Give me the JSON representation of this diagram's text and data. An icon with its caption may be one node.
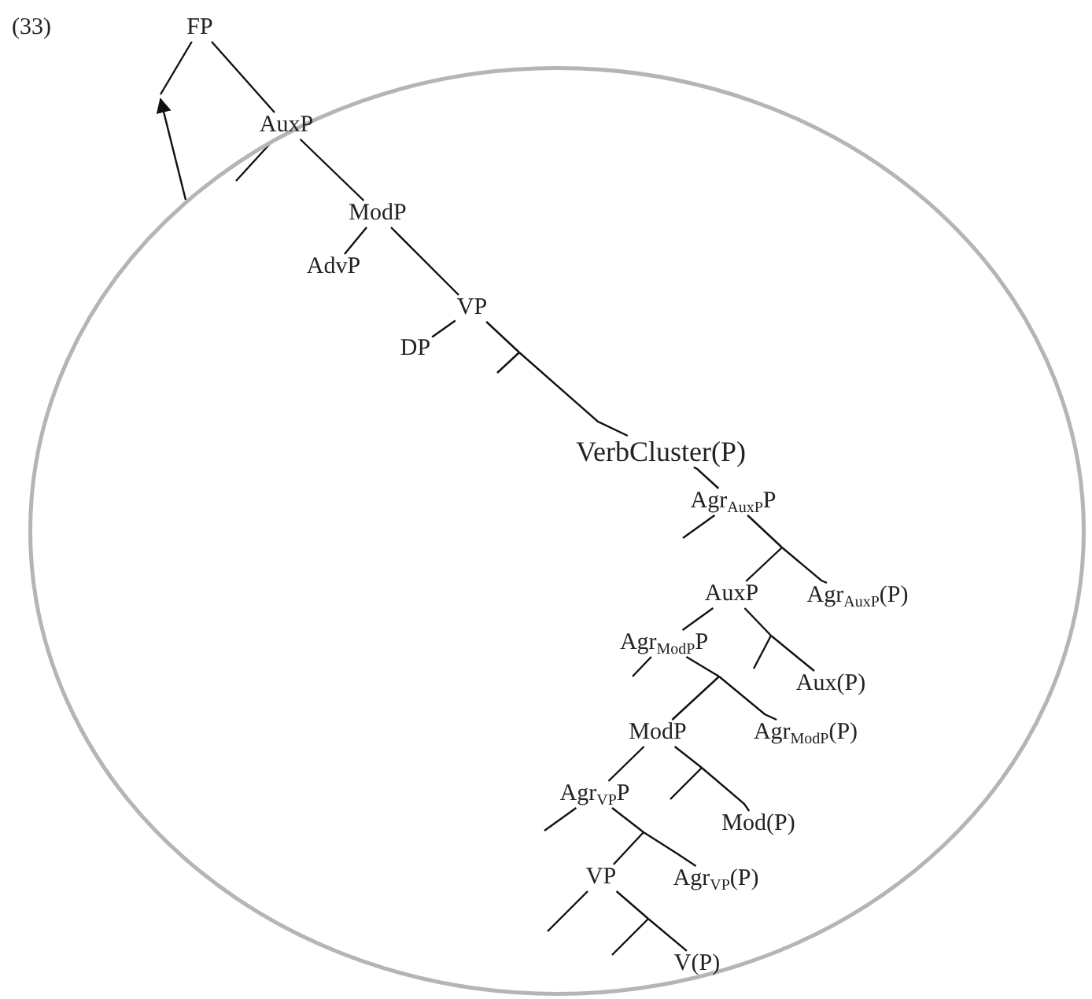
{
  "diagram": {
    "nodes": [
      {
        "text": [
          "FP"
        ]
      },
      {
        "text": [],
        "shape": "circle"
      },
      {
        "text": [
          "AuxP"
        ],
        "in": 1
      },
      {
        "text": [
          "ModP"
        ],
        "in": 1
      },
      {
        "text": [
          "AdvP"
        ],
        "in": 1
      },
      {
        "text": [
          "VP"
        ],
        "in": 1
      },
      {
        "text": [
          "DP"
        ],
        "in": 1
      },
      {
        "text": [
          "VerbCluster(P)"
        ],
        "in": 1
      },
      {
        "text": [
          "Agr$_{AuxP}$P"
        ],
        "in": 1
      },
      {
        "text": [
          "AuxP"
        ],
        "in": 1
      },
      {
        "text": [
          "Agr$_{AuxP}$(P)"
        ],
        "in": 1
      },
      {
        "text": [
          "Agr$_{ModP}$P"
        ],
        "in": 1
      },
      {
        "text": [
          "Aux(P)"
        ],
        "in": 1
      },
      {
        "text": [
          "ModP"
        ],
        "in": 1
      },
      {
        "text": [
          "Agr$_{ModP}$(P)"
        ],
        "in": 1
      },
      {
        "text": [
          "Agr$_{VP}$P"
        ],
        "in": 1
      },
      {
        "text": [
          "Mod(P)"
        ],
        "in": 1
      },
      {
        "text": [
          "VP"
        ],
        "in": 1
      },
      {
        "text": [
          "Agr$_{VP}$(P)"
        ],
        "in": 1
      },
      {
        "text": [
          "V(P)"
        ],
        "in": 1
      }
    ],
    "edges": [
      {
        "from": 0,
        "to": null,
        "arrow": "none"
      },
      {
        "from": 1,
        "to": null,
        "arrow": "to"
      },
      {
        "from": 0,
        "to": 2,
        "arrow": "none"
      },
      {
        "from": 2,
        "to": null,
        "arrow": "none"
      },
      {
        "from": 2,
        "to": 3,
        "arrow": "none"
      },
      {
        "from": 3,
        "to": 4,
        "arrow": "none"
      },
      {
        "from": 3,
        "to": 5,
        "arrow": "none"
      },
      {
        "from": 5,
        "to": 6,
        "arrow": "none"
      },
      {
        "from": 5,
        "to": null,
        "arrow": "none"
      },
      {
        "from": 5,
        "to": 7,
        "arrow": "none"
      },
      {
        "from": 7,
        "to": 8,
        "arrow": "none"
      },
      {
        "from": 8,
        "to": null,
        "arrow": "none"
      },
      {
        "from": 8,
        "to": 9,
        "arrow": "none"
      },
      {
        "from": 8,
        "to": 10,
        "arrow": "none"
      },
      {
        "from": 9,
        "to": 11,
        "arrow": "none"
      },
      {
        "from": 9,
        "to": null,
        "arrow": "none"
      },
      {
        "from": 9,
        "to": 12,
        "arrow": "none"
      },
      {
        "from": 11,
        "to": null,
        "arrow": "none"
      },
      {
        "from": 11,
        "to": 13,
        "arrow": "none"
      },
      {
        "from": 11,
        "to": 14,
        "arrow": "none"
      },
      {
        "from": 13,
        "to": 15,
        "arrow": "none"
      },
      {
        "from": 13,
        "to": null,
        "arrow": "none"
      },
      {
        "from": 13,
        "to": 16,
        "arrow": "none"
      },
      {
        "from": 15,
        "to": null,
        "arrow": "none"
      },
      {
        "from": 15,
        "to": 17,
        "arrow": "none"
      },
      {
        "from": 15,
        "to": 18,
        "arrow": "none"
      },
      {
        "from": 17,
        "to": null,
        "arrow": "none"
      },
      {
        "from": 17,
        "to": null,
        "arrow": "none"
      },
      {
        "from": 17,
        "to": 19,
        "arrow": "none"
      }
    ],
    "labels": [
      "(33)"
    ]
  }
}
